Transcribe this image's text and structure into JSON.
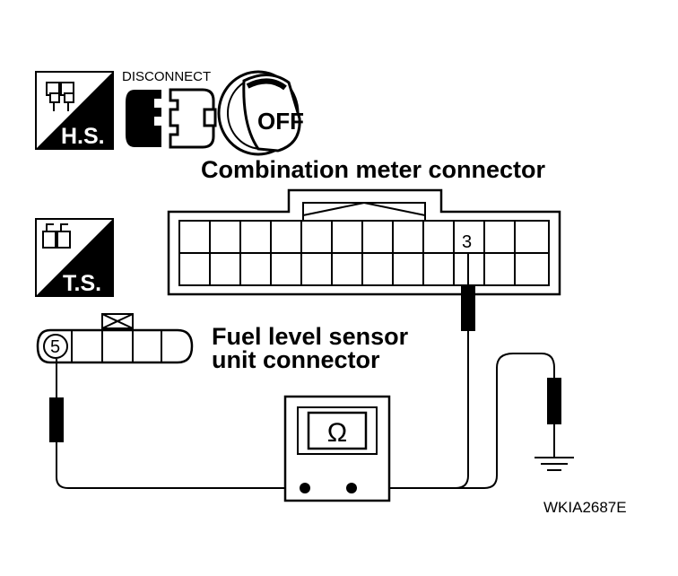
{
  "badges": {
    "hs": "H.S.",
    "ts": "T.S."
  },
  "disconnect_label": "DISCONNECT",
  "ignition_label": "OFF",
  "combination_meter": {
    "title": "Combination meter connector",
    "pin": "3"
  },
  "fuel_sensor": {
    "title_line1": "Fuel level sensor",
    "title_line2": "unit connector",
    "pin": "5"
  },
  "meter": {
    "symbol": "Ω"
  },
  "figure_code": "WKIA2687E",
  "colors": {
    "ink": "#000000",
    "paper": "#ffffff"
  }
}
